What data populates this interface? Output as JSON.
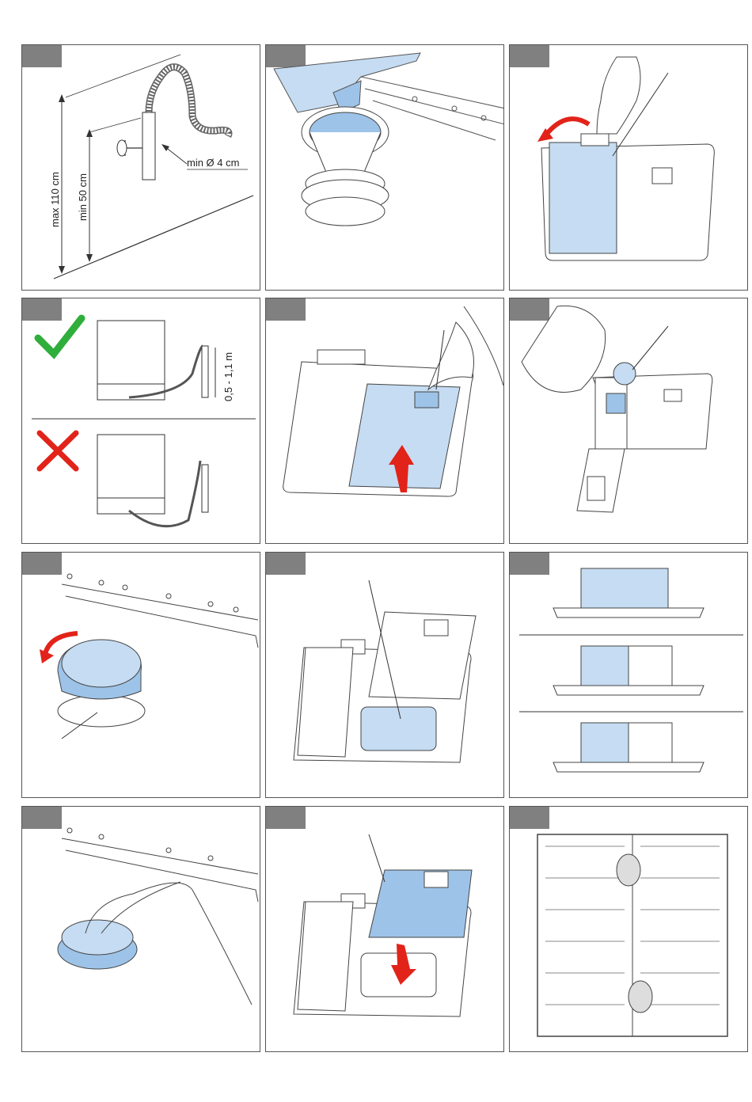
{
  "colors": {
    "accent_blue": "#c5dcf2",
    "accent_blue_dark": "#9ec3e8",
    "panel_tab": "#808080",
    "check_green": "#2fae3c",
    "cross_red": "#e2231a",
    "arrow_red": "#e2231a",
    "line": "#333333"
  },
  "panels": {
    "p1": {
      "max_height": "max 110 cm",
      "min_height": "min 50 cm",
      "diameter": "min Ø 4 cm"
    },
    "p4": {
      "range": "0,5 - 1,1 m",
      "correct_icon": "check-icon",
      "wrong_icon": "cross-icon"
    }
  }
}
